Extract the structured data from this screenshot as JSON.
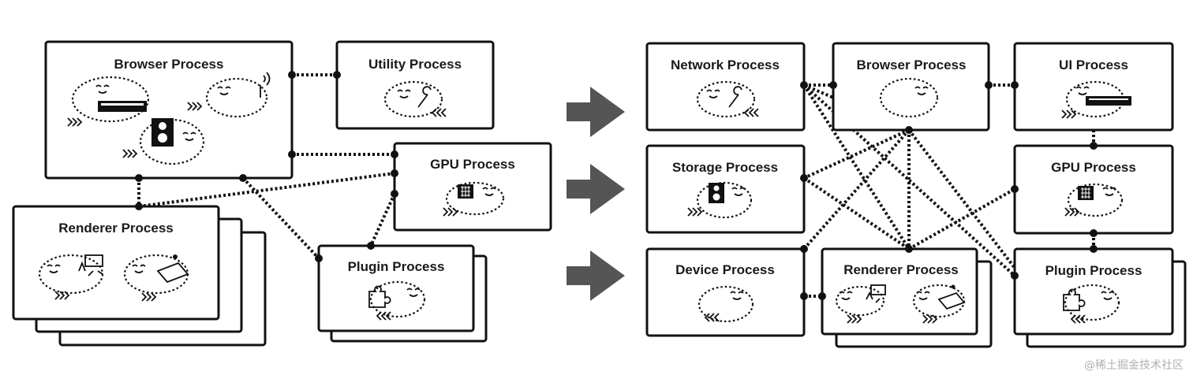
{
  "left_architecture": {
    "browser_process": "Browser Process",
    "utility_process": "Utility Process",
    "gpu_process": "GPU Process",
    "renderer_process": "Renderer Process",
    "plugin_process": "Plugin Process"
  },
  "right_architecture": {
    "network_process": "Network Process",
    "browser_process": "Browser Process",
    "ui_process": "UI Process",
    "storage_process": "Storage Process",
    "gpu_process": "GPU Process",
    "device_process": "Device Process",
    "renderer_process": "Renderer Process",
    "plugin_process": "Plugin Process"
  },
  "watermark": "@稀土掘金技术社区",
  "icons": [
    "wrench-icon",
    "speaker-icon",
    "antenna-icon",
    "browser-window-icon",
    "gpu-chip-icon",
    "puzzle-icon",
    "touchpad-icon",
    "media-icon",
    "right-arrow-icon"
  ],
  "colors": {
    "line": "#111111",
    "arrow": "#555555",
    "background": "#ffffff"
  }
}
